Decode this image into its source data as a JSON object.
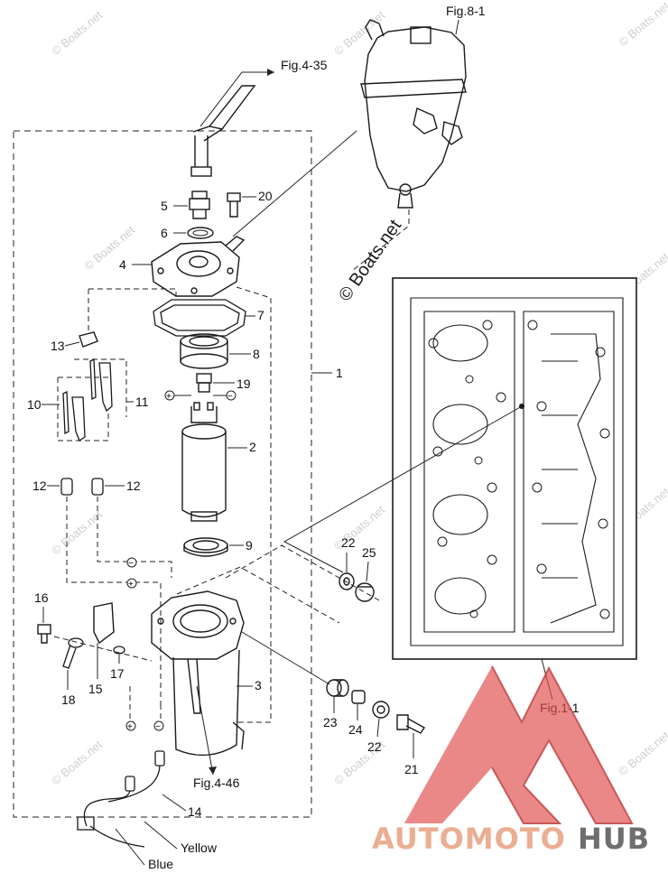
{
  "references": {
    "fig_8_1": "Fig.8-1",
    "fig_4_35": "Fig.4-35",
    "fig_4_46": "Fig.4-46",
    "fig_1_1": "Fig.1-1"
  },
  "watermark_main": "© Boats.net",
  "watermark_small": "© Boats.net",
  "wire_colors": {
    "yellow": "Yellow",
    "blue": "Blue"
  },
  "polarity": {
    "plus": "+",
    "minus": "−"
  },
  "callouts": {
    "c1": "1",
    "c2": "2",
    "c3": "3",
    "c4": "4",
    "c5": "5",
    "c6": "6",
    "c7": "7",
    "c8": "8",
    "c9": "9",
    "c10": "10",
    "c11": "11",
    "c12a": "12",
    "c12b": "12",
    "c13": "13",
    "c14": "14",
    "c15": "15",
    "c16": "16",
    "c17": "17",
    "c18": "18",
    "c19": "19",
    "c20": "20",
    "c21": "21",
    "c22a": "22",
    "c22b": "22",
    "c23": "23",
    "c24": "24",
    "c25": "25"
  },
  "brand": {
    "part1": "AUTOMOTO",
    "part2": "HUB",
    "color1": "#e8a080",
    "color2": "#555555"
  },
  "colors": {
    "line": "#1a1a1a",
    "logo_red": "#e05050",
    "watermark": "#cfcfcf"
  }
}
